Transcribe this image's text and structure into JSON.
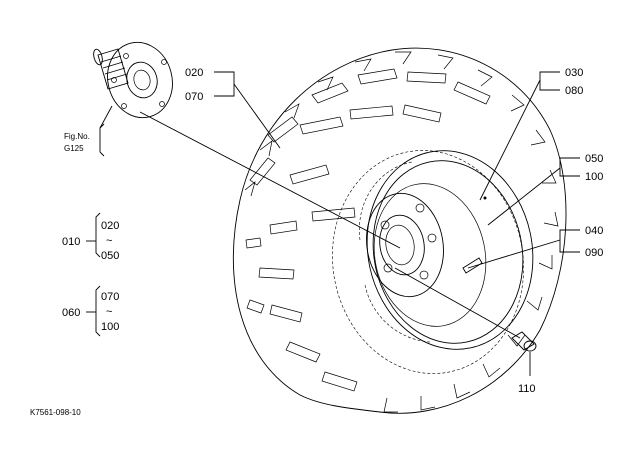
{
  "callouts": {
    "c020": "020",
    "c070": "070",
    "c030": "030",
    "c080": "080",
    "c050": "050",
    "c100": "100",
    "c040": "040",
    "c090": "090",
    "c110": "110"
  },
  "groups": {
    "g010": {
      "parent": "010",
      "from": "020",
      "tilde": "~",
      "to": "050"
    },
    "g060": {
      "parent": "060",
      "from": "070",
      "tilde": "~",
      "to": "100"
    }
  },
  "figref": {
    "line1": "Fig.No.",
    "line2": "G125"
  },
  "drawing_code": "K7561-098-10"
}
